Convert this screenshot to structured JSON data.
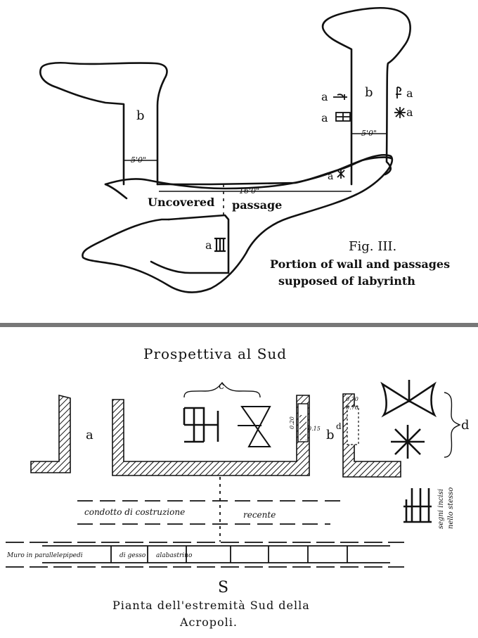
{
  "fig3": {
    "b_left": "b",
    "b_right": "b",
    "dim_left": "5'0\"",
    "dim_right": "5'0\"",
    "dim_passage": "16'0\"",
    "a_key": "a",
    "a_grid": "a",
    "a_key_r": "a",
    "a_star_r": "a",
    "a_star_bottom": "a",
    "a_three": "a",
    "uncovered": "Uncovered",
    "passage": "passage",
    "fig_label": "Fig. III.",
    "caption_line1": "Portion of wall and passages",
    "caption_line2": "supposed of labyrinth"
  },
  "plan": {
    "title": "Prospettiva al Sud",
    "label_a": "a",
    "label_c": "c",
    "label_b": "b",
    "label_d_small": "d",
    "label_d_right": "d",
    "dims_left": "0.20",
    "dims_left_2": "0.70",
    "dims_right": "0.70",
    "dim_small": "0.15",
    "vertical_note_1": "segni incisi",
    "vertical_note_2": "nello stesso",
    "dashed_note_1": "condotto di costruzione",
    "dashed_note_2": "recente",
    "wall_note_1": "Muro in parallelepipedi",
    "wall_note_2": "di gesso",
    "wall_note_3": "alabastrino",
    "south": "S",
    "caption_line1": "Pianta dell'estremità Sud della",
    "caption_line2": "Acropoli."
  }
}
